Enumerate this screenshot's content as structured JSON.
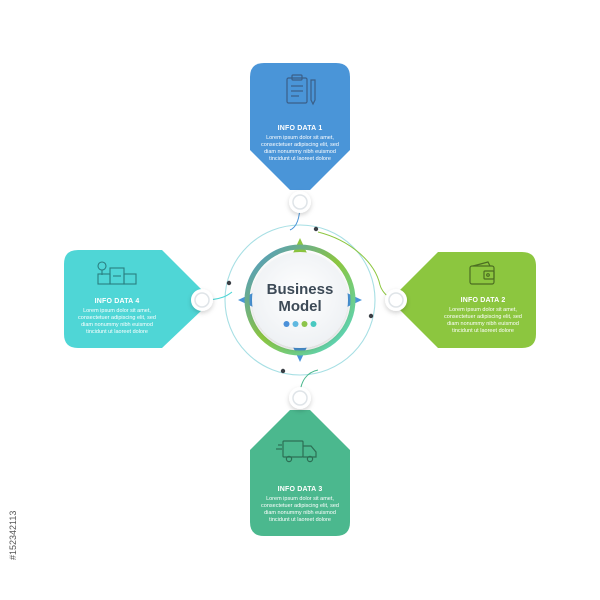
{
  "center": {
    "title_line1": "Business",
    "title_line2": "Model",
    "dot_colors": [
      "#4a90d9",
      "#5fb8e0",
      "#8cc44a",
      "#48c9c1"
    ]
  },
  "cards": [
    {
      "id": "info-1",
      "title": "INFO DATA 1",
      "icon": "clipboard-pen-icon",
      "color": "#4a95d8",
      "body": [
        "Lorem ipsum dolor sit amet,",
        "consectetuer adipiscing elit, sed",
        "diam nonummy nibh euismod",
        "tincidunt ut laoreet dolore"
      ]
    },
    {
      "id": "info-2",
      "title": "INFO DATA 2",
      "icon": "wallet-icon",
      "color": "#8cc63f",
      "body": [
        "Lorem ipsum dolor sit amet,",
        "consectetuer adipiscing elit, sed",
        "diam nonummy nibh euismod",
        "tincidunt ut laoreet dolore"
      ]
    },
    {
      "id": "info-3",
      "title": "INFO DATA 3",
      "icon": "delivery-truck-icon",
      "color": "#4bb88e",
      "body": [
        "Lorem ipsum dolor sit amet,",
        "consectetuer adipiscing elit, sed",
        "diam nonummy nibh euismod",
        "tincidunt ut laoreet dolore"
      ]
    },
    {
      "id": "info-4",
      "title": "INFO DATA 4",
      "icon": "warehouse-boxes-icon",
      "color": "#4fd6d6",
      "body": [
        "Lorem ipsum dolor sit amet,",
        "consectetuer adipiscing elit, sed",
        "diam nonummy nibh euismod",
        "tincidunt ut laoreet dolore"
      ]
    }
  ],
  "stock_id": "#152342113"
}
